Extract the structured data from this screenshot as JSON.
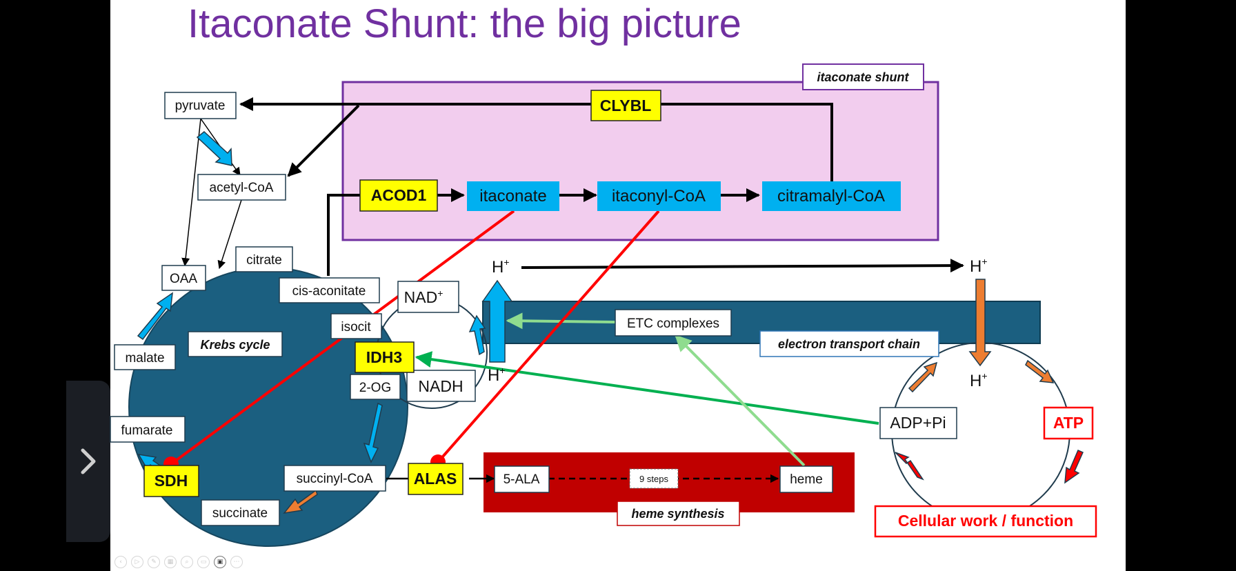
{
  "slide": {
    "title": "Itaconate Shunt: the big picture",
    "title_color": "#7030A0"
  },
  "krebs": {
    "label": "Krebs cycle",
    "metabolites": {
      "pyruvate": "pyruvate",
      "acetyl_coa": "acetyl-CoA",
      "oaa": "OAA",
      "citrate": "citrate",
      "cis_aconitate": "cis-aconitate",
      "isocit": "isocit",
      "two_og": "2-OG",
      "succinyl_coa": "succinyl-CoA",
      "succinate": "succinate",
      "fumarate": "fumarate",
      "malate": "malate"
    },
    "enzymes": {
      "idh3": "IDH3",
      "sdh": "SDH"
    }
  },
  "cofactors": {
    "nad": "NAD",
    "nad_sup": "+",
    "nadh": "NADH"
  },
  "shunt": {
    "label": "itaconate shunt",
    "enzymes": {
      "acod1": "ACOD1",
      "clybl": "CLYBL"
    },
    "metabolites": {
      "itaconate": "itaconate",
      "itaconyl_coa": "itaconyl-CoA",
      "citramalyl_coa": "citramalyl-CoA"
    }
  },
  "etc": {
    "label": "electron transport chain",
    "complexes": "ETC complexes",
    "proton": "H",
    "proton_sup": "+"
  },
  "atp_cycle": {
    "adp": "ADP+Pi",
    "atp": "ATP",
    "work": "Cellular work / function"
  },
  "heme": {
    "label": "heme synthesis",
    "enzyme": "ALAS",
    "ala": "5-ALA",
    "steps": "9 steps",
    "product": "heme"
  },
  "colors": {
    "shunt_fill": "#f2cdee",
    "shunt_border": "#7030a0",
    "krebs_fill": "#1b5f80",
    "cyan": "#00b0f0",
    "enzyme_yellow": "#ffff00",
    "inhibition_red": "#ff0000",
    "activation_green": "#00b050",
    "light_green": "#8fdc8f",
    "heme_red": "#c00000",
    "orange": "#ed7d31"
  },
  "toolbar": {
    "buttons": [
      {
        "name": "previous-slide",
        "glyph": "‹"
      },
      {
        "name": "next-slide",
        "glyph": "▷"
      },
      {
        "name": "pen",
        "glyph": "✎"
      },
      {
        "name": "slides-grid",
        "glyph": "▦"
      },
      {
        "name": "zoom",
        "glyph": "⌕"
      },
      {
        "name": "subtitles",
        "glyph": "▭"
      },
      {
        "name": "camera",
        "glyph": "▣"
      },
      {
        "name": "more",
        "glyph": "⋯"
      }
    ]
  }
}
